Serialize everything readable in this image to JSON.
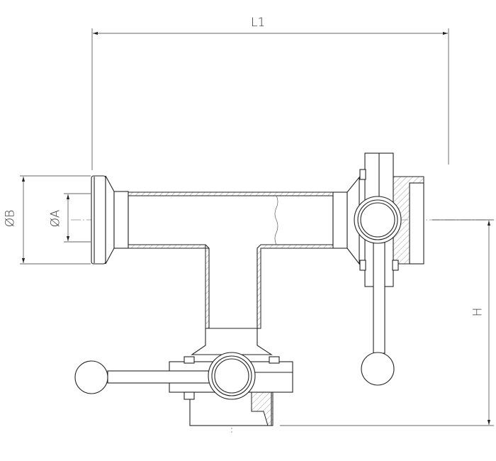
{
  "dimensions": {
    "length": "L1",
    "outer_diameter": "ØB",
    "inner_diameter": "ØA",
    "height": "H"
  }
}
